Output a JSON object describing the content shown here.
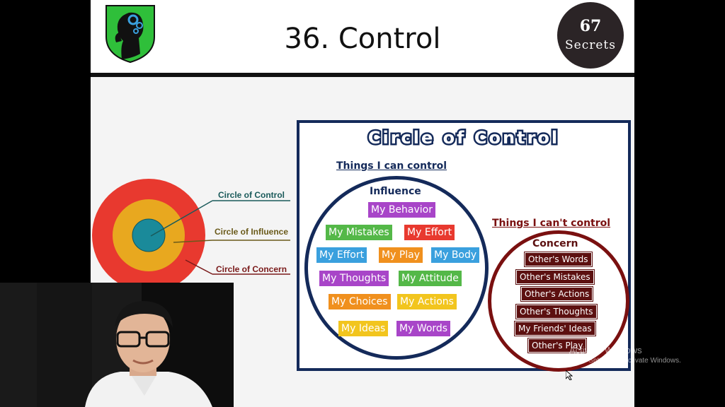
{
  "slide": {
    "title": "36. Control",
    "badge": {
      "number": "67",
      "word": "Secrets"
    }
  },
  "diagram_left": {
    "labels": [
      "Circle of Control",
      "Circle of Influence",
      "Circle of Concern"
    ],
    "colors": {
      "control": "#1a8a9a",
      "influence": "#e8a81f",
      "concern": "#e8392f",
      "control_label": "#1a5a5a",
      "influence_label": "#6a5a1a",
      "concern_label": "#7a1a1a"
    }
  },
  "panel": {
    "title": "Circle of Control",
    "can_label": "Things I can control",
    "cant_label": "Things I can't control",
    "influence_heading": "Influence",
    "concern_heading": "Concern",
    "influence_items": [
      {
        "text": "My Behavior",
        "color": "#a845c8"
      },
      {
        "text": "My Mistakes",
        "color": "#54b848"
      },
      {
        "text": "My Effort",
        "color": "#e8392f"
      },
      {
        "text": "My Effort",
        "color": "#3aa0de"
      },
      {
        "text": "My Play",
        "color": "#f0901e"
      },
      {
        "text": "My Body",
        "color": "#3aa0de"
      },
      {
        "text": "My Thoughts",
        "color": "#a845c8"
      },
      {
        "text": "My Attitude",
        "color": "#54b848"
      },
      {
        "text": "My Choices",
        "color": "#f0901e"
      },
      {
        "text": "My Actions",
        "color": "#f2c51e"
      },
      {
        "text": "My Ideas",
        "color": "#f2c51e"
      },
      {
        "text": "My Words",
        "color": "#a845c8"
      }
    ],
    "concern_items": [
      "Other's Words",
      "Other's Mistakes",
      "Other's Actions",
      "Other's Thoughts",
      "My Friends' Ideas",
      "Other's Play"
    ]
  },
  "watermark": {
    "line1": "Activate Windows",
    "line2": "Go to Settings to activate Windows."
  }
}
